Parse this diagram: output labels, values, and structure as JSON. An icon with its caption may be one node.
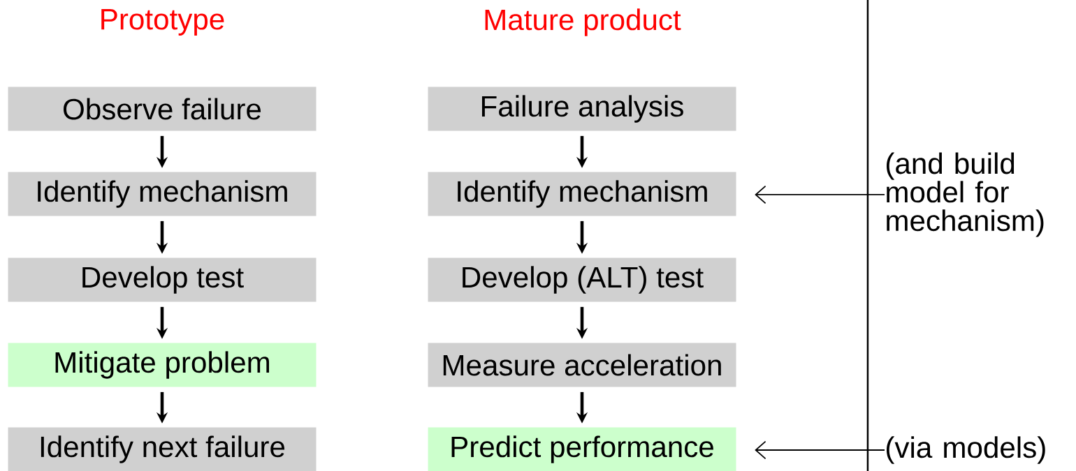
{
  "diagram": {
    "nodes": [
      {
        "text": [
          "Observe failure"
        ]
      },
      {
        "text": [
          "Identify mechanism"
        ]
      },
      {
        "text": [
          "Develop test"
        ]
      },
      {
        "text": [
          "Mitigate problem"
        ]
      },
      {
        "text": [
          "Identify next failure"
        ]
      },
      {
        "text": [
          "Failure analysis"
        ]
      },
      {
        "text": [
          "Identify mechanism"
        ]
      },
      {
        "text": [
          "Develop (ALT) test"
        ]
      },
      {
        "text": [
          "Measure acceleration"
        ]
      },
      {
        "text": [
          "Predict performance"
        ]
      },
      {
        "text": [
          "(and build model for mechanism)"
        ]
      },
      {
        "text": [
          "(via models)"
        ]
      }
    ],
    "edges": [
      {
        "from": 0,
        "to": 1,
        "arrow": "to"
      },
      {
        "from": 1,
        "to": 2,
        "arrow": "to"
      },
      {
        "from": 2,
        "to": 3,
        "arrow": "to"
      },
      {
        "from": 3,
        "to": 4,
        "arrow": "to"
      },
      {
        "from": 5,
        "to": 6,
        "arrow": "to"
      },
      {
        "from": 6,
        "to": 7,
        "arrow": "to"
      },
      {
        "from": 7,
        "to": 8,
        "arrow": "to"
      },
      {
        "from": 8,
        "to": 9,
        "arrow": "to"
      },
      {
        "from": 10,
        "to": 6,
        "arrow": "to"
      },
      {
        "from": 11,
        "to": 9,
        "arrow": "to"
      }
    ],
    "labels": [
      "Prototype",
      "Mature product"
    ]
  }
}
